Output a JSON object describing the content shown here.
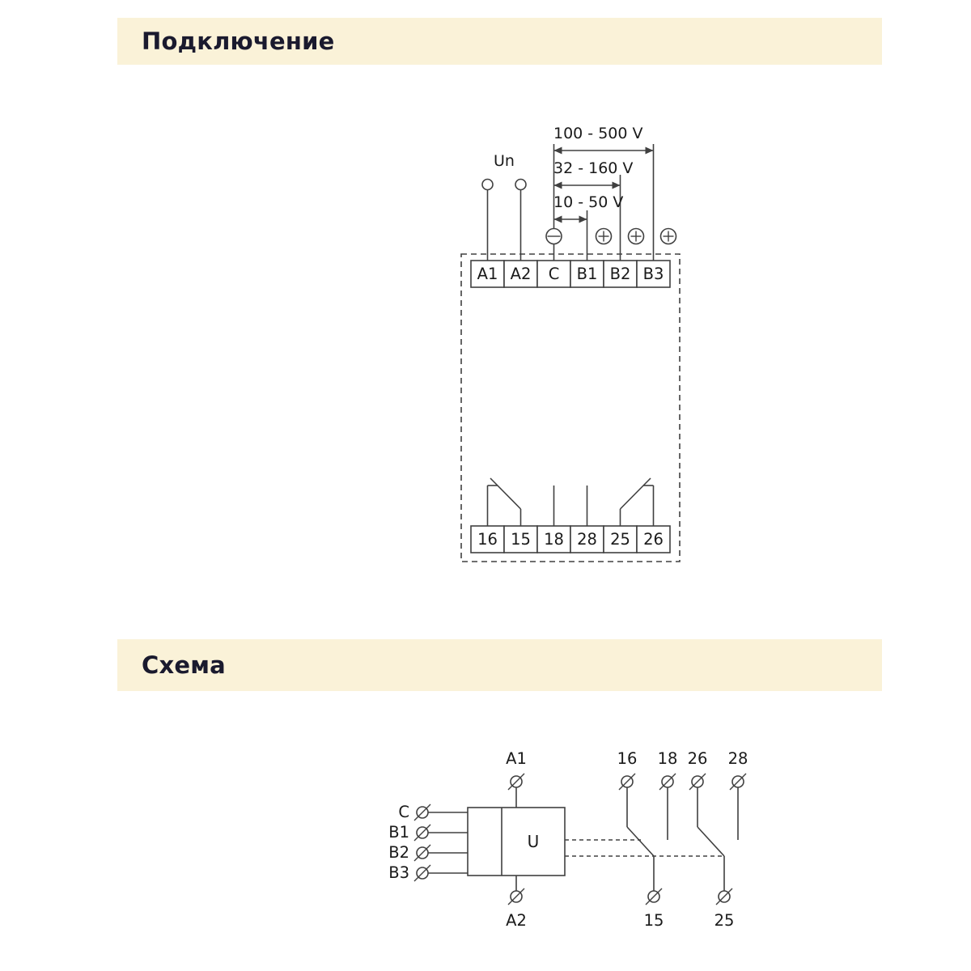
{
  "page": {
    "background": "#ffffff",
    "section_bar_color": "#faf2d8",
    "line_color": "#404040",
    "title_color": "#1a1a2e"
  },
  "sections": [
    {
      "title": "Подключение"
    },
    {
      "title": "Схема"
    }
  ],
  "connection_diagram": {
    "supply_label": "Un",
    "voltage_ranges": [
      "100 - 500 V",
      "32 - 160 V",
      "10 - 50 V"
    ],
    "polarity_minus": "−",
    "polarity_plus": "+",
    "top_terminals": [
      "A1",
      "A2",
      "C",
      "B1",
      "B2",
      "B3"
    ],
    "bottom_terminals": [
      "16",
      "15",
      "18",
      "28",
      "25",
      "26"
    ]
  },
  "schematic": {
    "unit_label": "U",
    "coil_top_terminal": "A1",
    "coil_bottom_terminal": "A2",
    "input_terminals": [
      "C",
      "B1",
      "B2",
      "B3"
    ],
    "contact_top_terminals": [
      "16",
      "18",
      "26",
      "28"
    ],
    "contact_bottom_terminals": [
      "15",
      "25"
    ]
  }
}
